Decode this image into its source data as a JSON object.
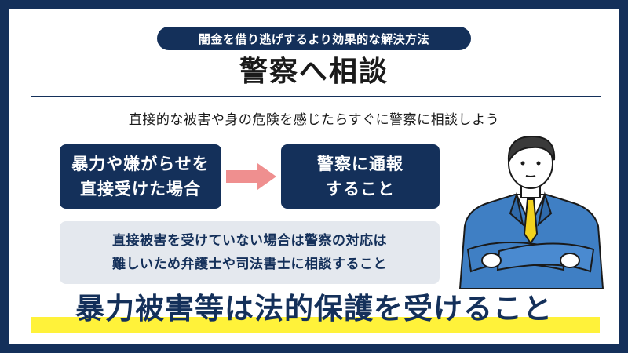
{
  "header": {
    "pill_text": "闇金を借り逃げするより効果的な解決方法",
    "title": "警察へ相談"
  },
  "subtitle": "直接的な被害や身の危険を感じたらすぐに警察に相談しよう",
  "flow": {
    "left_line1": "暴力や嫌がらせを",
    "left_line2": "直接受けた場合",
    "right_line1": "警察に通報",
    "right_line2": "すること"
  },
  "note": {
    "line1": "直接被害を受けていない場合は警察の対応は",
    "line2": "難しいため弁護士や司法書士に相談すること"
  },
  "conclusion": "暴力被害等は法的保護を受けること",
  "colors": {
    "navy": "#14305a",
    "arrow": "#ef8f8f",
    "note_bg": "#e4e8ee",
    "highlight": "#fff23a",
    "suit": "#3f7fc4"
  }
}
